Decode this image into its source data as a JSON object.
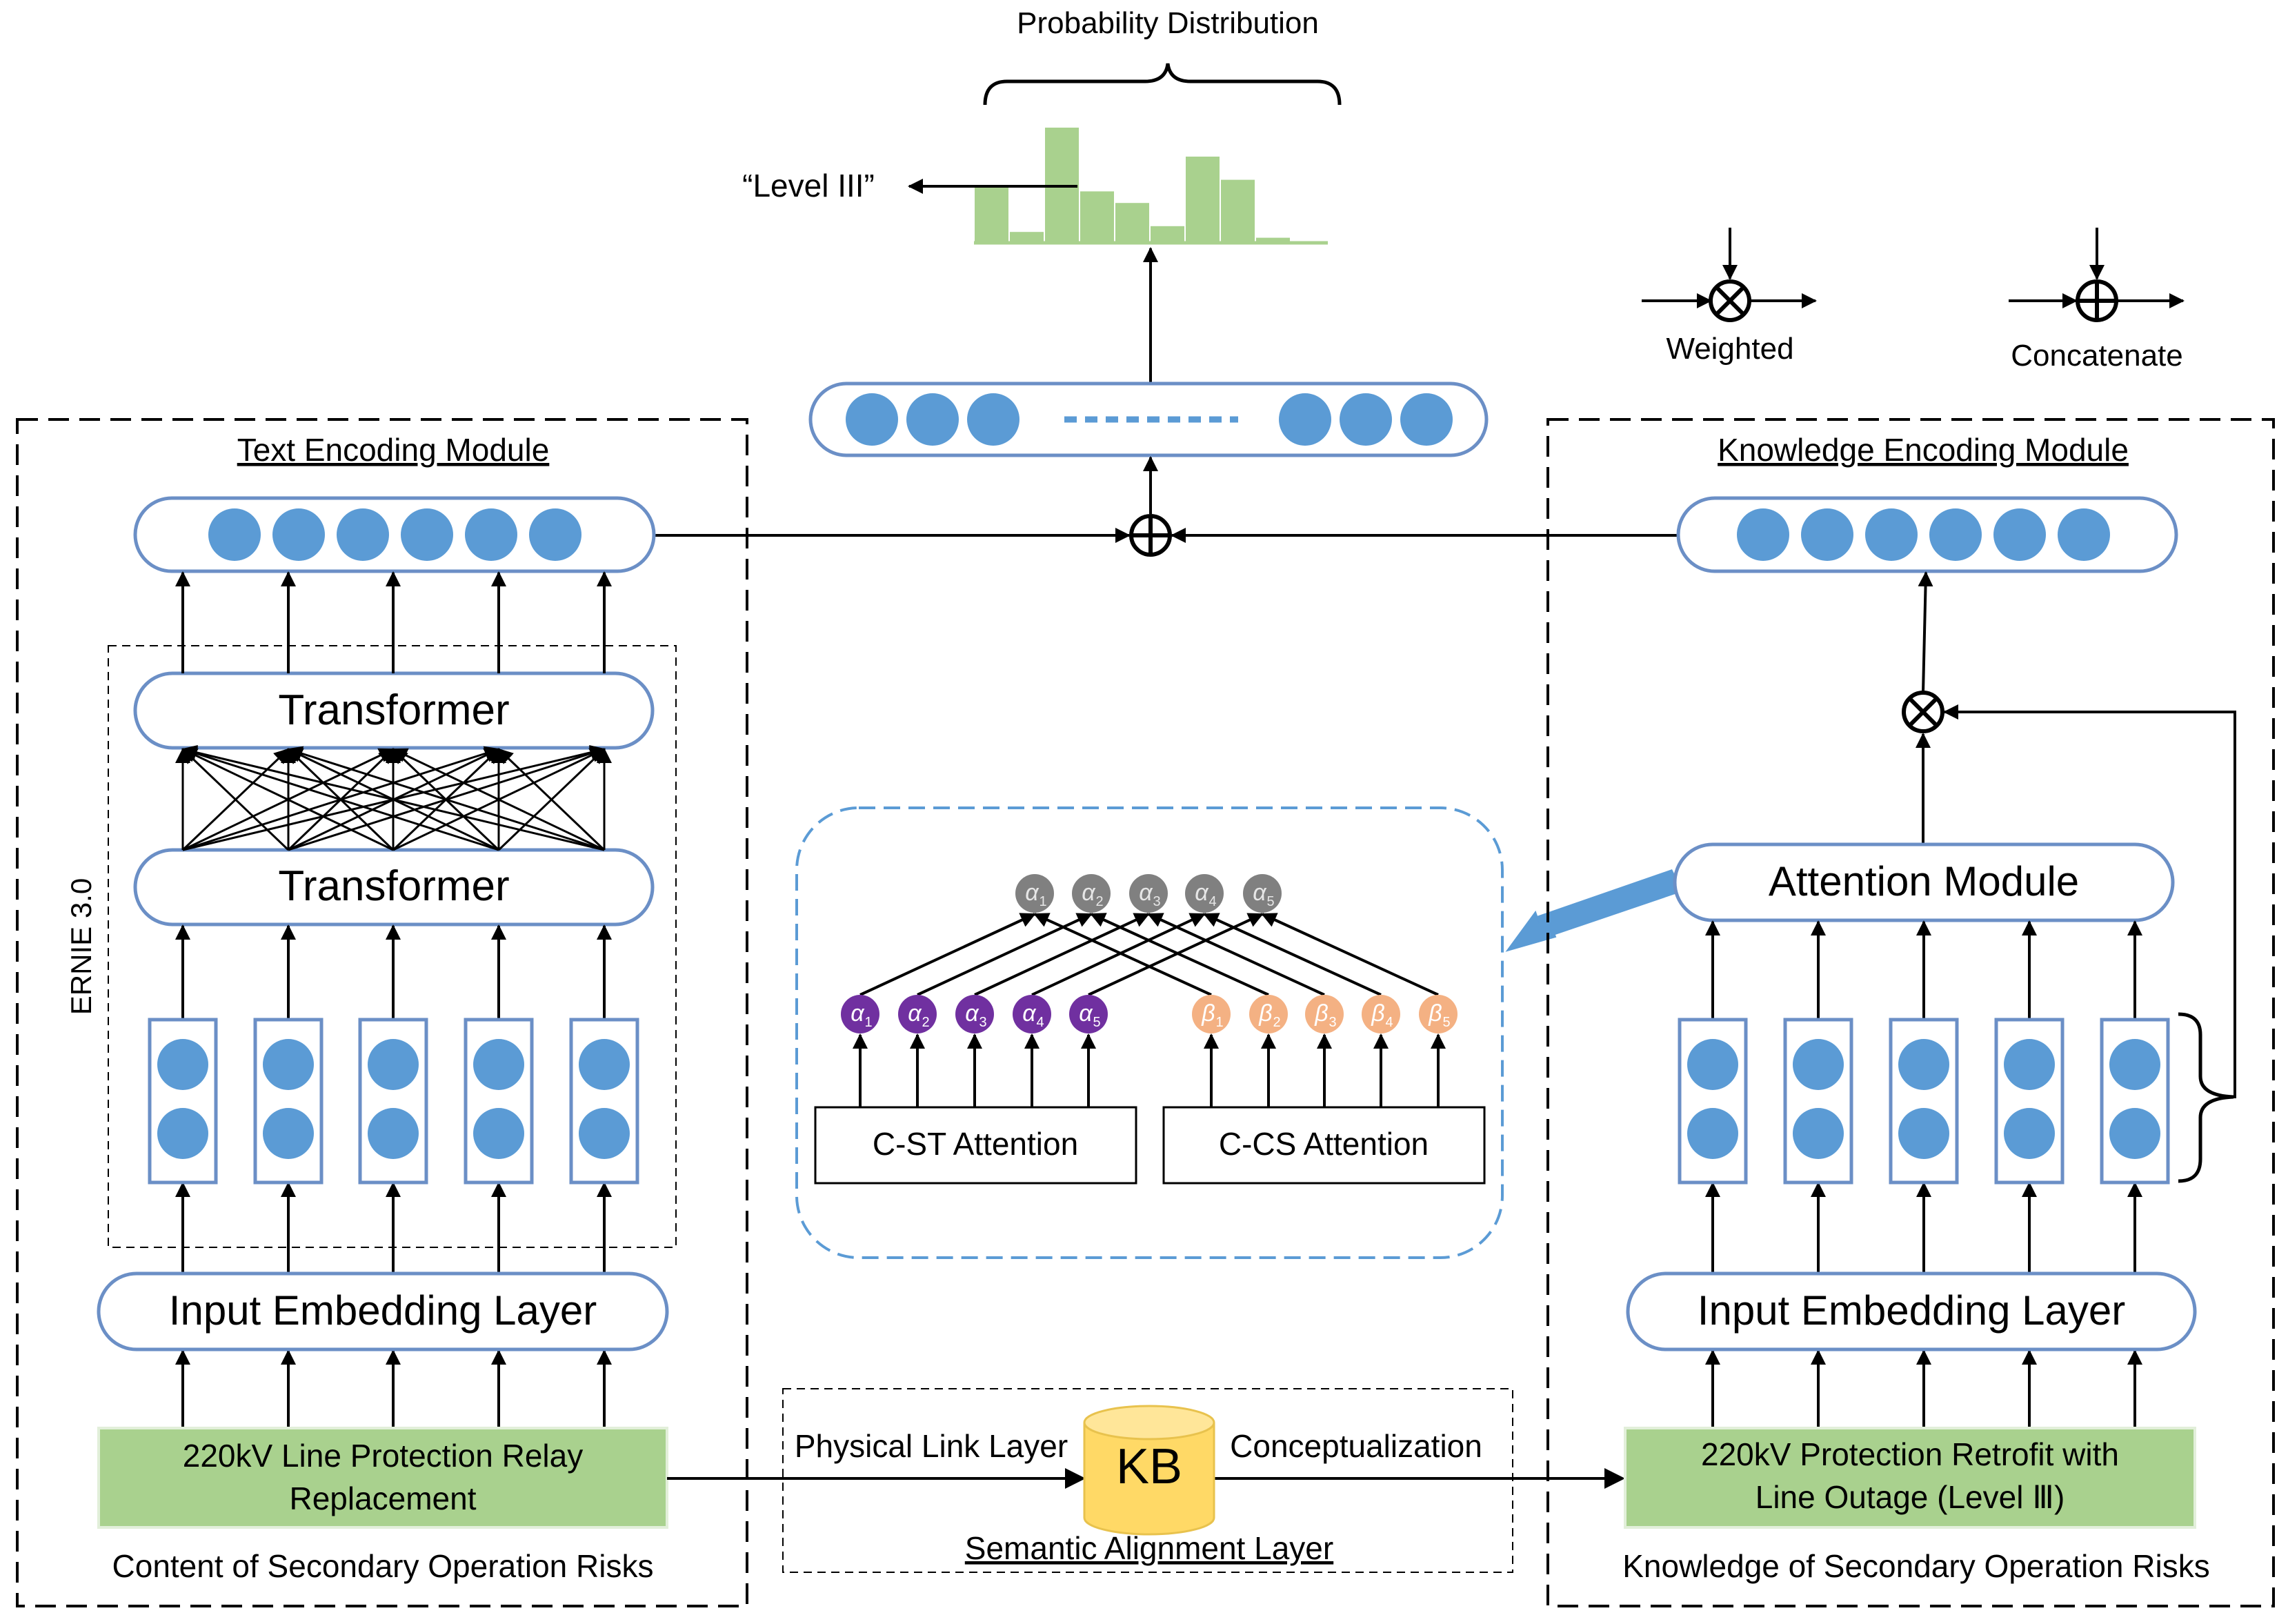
{
  "title": "Probability Distribution",
  "output_label": "“Level III”",
  "legend": {
    "weighted_label": "Weighted",
    "concatenate_label": "Concatenate"
  },
  "text_module": {
    "title": "Text Encoding Module",
    "ernie_label": "ERNIE 3.0",
    "transformer_top": "Transformer",
    "transformer_bottom": "Transformer",
    "embedding_label": "Input Embedding Layer",
    "input_text_line1": "220kV Line Protection Relay",
    "input_text_line2": "Replacement",
    "caption": "Content of Secondary Operation Risks"
  },
  "knowledge_module": {
    "title": "Knowledge Encoding Module",
    "attention_label": "Attention Module",
    "embedding_label": "Input Embedding Layer",
    "input_text_line1": "220kV Protection Retrofit with",
    "input_text_line2": "Line Outage (Level Ⅲ)",
    "caption": "Knowledge of Secondary Operation Risks"
  },
  "attention_detail": {
    "cst_label": "C-ST Attention",
    "ccs_label": "C-CS Attention",
    "alpha_symbols": [
      "α",
      "α",
      "α",
      "α",
      "α"
    ],
    "alpha_indices": [
      "1",
      "2",
      "3",
      "4",
      "5"
    ],
    "beta_symbols": [
      "β",
      "β",
      "β",
      "β",
      "β"
    ],
    "beta_indices": [
      "1",
      "2",
      "3",
      "4",
      "5"
    ],
    "top_symbols": [
      "α",
      "α",
      "α",
      "α",
      "α"
    ],
    "top_indices": [
      "1",
      "2",
      "3",
      "4",
      "5"
    ]
  },
  "semantic": {
    "title": "Semantic Alignment Layer",
    "kb_label": "KB",
    "physical_link": "Physical Link Layer",
    "conceptualization": "Conceptualization"
  },
  "distribution_levels": [
    0.5,
    0.1,
    1.0,
    0.45,
    0.35,
    0.15,
    0.75,
    0.55,
    0.05
  ],
  "colors": {
    "node_fill": "#5b9bd5",
    "box_stroke": "#6b8fc6",
    "bar_fill": "#a9d18e",
    "input_fill": "#a9d18e",
    "kb_fill": "#ffd966",
    "alpha_fill": "#7030a0",
    "beta_fill": "#f4b183",
    "top_fill": "#808080",
    "detail_border": "#5b9bd5"
  }
}
